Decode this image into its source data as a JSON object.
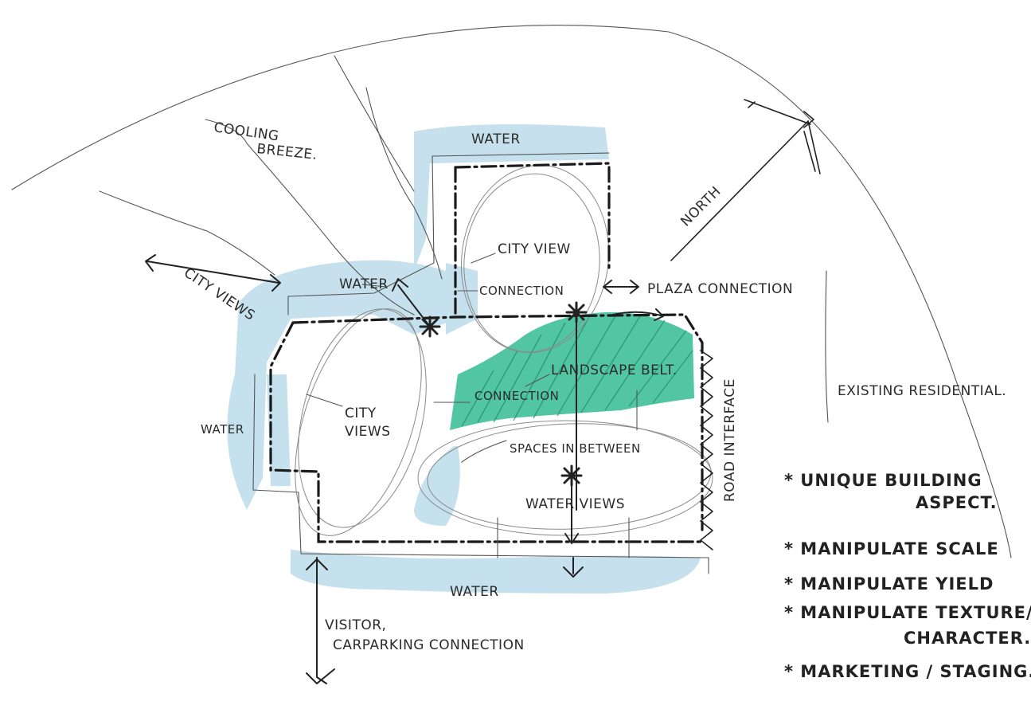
{
  "labels": {
    "water_top": "WATER",
    "cooling_breeze_1": "COOLING",
    "cooling_breeze_2": "BREEZE.",
    "city_views_left": "CITY VIEWS",
    "water_left_top": "WATER",
    "connection": "CONNECTION",
    "city_view_top": "CITY VIEW",
    "plaza_connection": "PLAZA CONNECTION",
    "north": "NORTH",
    "landscape_belt": "LANDSCAPE BELT.",
    "existing_residential": "EXISTING RESIDENTIAL.",
    "connection_mid": "CONNECTION",
    "water_left": "WATER",
    "city_views_mid_1": "CITY",
    "city_views_mid_2": "VIEWS",
    "spaces_in_between": "SPACES IN BETWEEN",
    "road_interface": "ROAD INTERFACE",
    "water_views": "WATER VIEWS",
    "water_bottom": "WATER",
    "visitor_1": "VISITOR,",
    "visitor_2": "CARPARKING CONNECTION"
  },
  "notes": {
    "n1a": "* UNIQUE BUILDING",
    "n1b": "ASPECT.",
    "n2": "* MANIPULATE SCALE",
    "n3": "* MANIPULATE YIELD",
    "n4a": "* MANIPULATE TEXTURE/",
    "n4b": "CHARACTER.",
    "n5": "* MARKETING / STAGING."
  },
  "colors": {
    "water_wash": "#bcdcea",
    "landscape_green": "#3fbf98",
    "ink": "#222222"
  }
}
